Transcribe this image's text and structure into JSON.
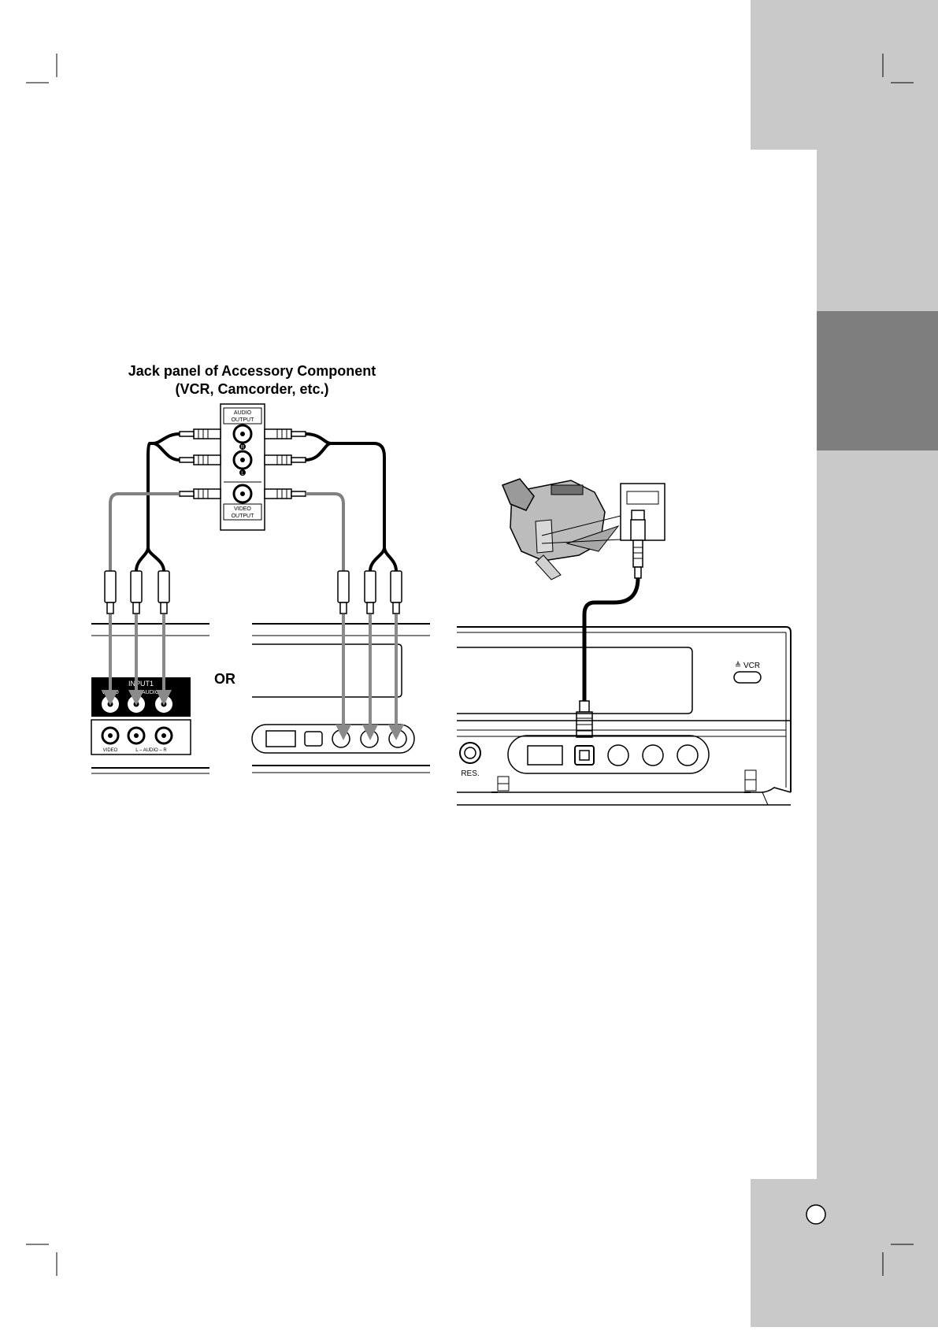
{
  "heading": {
    "line1": "Jack panel of Accessory Component",
    "line2": "(VCR, Camcorder, etc.)"
  },
  "accessory_panel": {
    "audio_output_label_1": "AUDIO",
    "audio_output_label_2": "OUTPUT",
    "right_marker": "R",
    "left_marker": "L",
    "video_output_label_1": "VIDEO",
    "video_output_label_2": "OUTPUT"
  },
  "rear_panel": {
    "group_label": "INPUT1",
    "video_label": "VIDEO",
    "audio_label": "L – AUDIO – R",
    "lower_video_label": "VIDEO",
    "lower_audio_label": "L – AUDIO – R"
  },
  "separator": "OR",
  "recorder_front": {
    "eject_label": "≜ VCR",
    "reset_label": "RES."
  },
  "colors": {
    "sidebar_light": "#c9c9c9",
    "sidebar_tab": "#7e7e7e",
    "cable_gray": "#808080",
    "line": "#000000"
  }
}
